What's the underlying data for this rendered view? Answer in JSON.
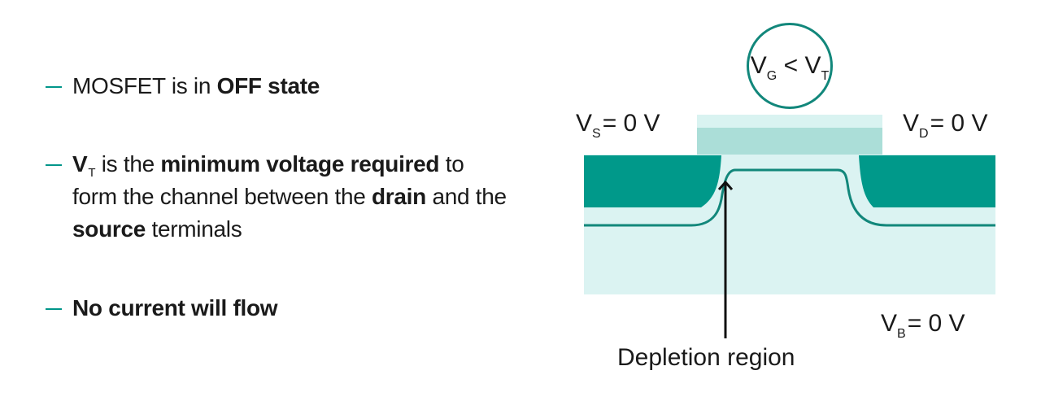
{
  "bullets": [
    {
      "parts": [
        {
          "text": "MOSFET is in ",
          "bold": false
        },
        {
          "text": "OFF state",
          "bold": true
        }
      ]
    },
    {
      "parts": [
        {
          "text": "V",
          "bold": true
        },
        {
          "text": "T",
          "sub": true
        },
        {
          "text": " is the ",
          "bold": false
        },
        {
          "text": "minimum voltage required",
          "bold": true
        },
        {
          "text": " to form the channel between the ",
          "bold": false
        },
        {
          "text": "drain",
          "bold": true
        },
        {
          "text": " and the ",
          "bold": false
        },
        {
          "text": "source",
          "bold": true
        },
        {
          "text": " terminals",
          "bold": false
        }
      ]
    },
    {
      "parts": [
        {
          "text": "No current will flow",
          "bold": true
        }
      ]
    }
  ],
  "bullet_text": {
    "b1_a": "MOSFET is in ",
    "b1_b": "OFF state",
    "b2_v": "V",
    "b2_sub": "T",
    "b2_a": " is the ",
    "b2_b": "minimum voltage required",
    "b2_c": " to form the channel between the ",
    "b2_d": "drain",
    "b2_e": " and the ",
    "b2_f": "source",
    "b2_g": " terminals",
    "b3": "No current will flow"
  },
  "diagram": {
    "gate_condition": {
      "v": "V",
      "sub_g": "G",
      "op": " < ",
      "v2": "V",
      "sub_t": "T"
    },
    "source_label": {
      "v": "V",
      "sub": "S",
      "value": "= 0 V"
    },
    "drain_label": {
      "v": "V",
      "sub": "D",
      "value": "= 0 V"
    },
    "body_label": {
      "v": "V",
      "sub": "B",
      "value": "= 0 V"
    },
    "annotation": "Depletion region"
  },
  "colors": {
    "accent_teal": "#00998a",
    "gate_oxide_light": "#d9f3f1",
    "gate_dark": "#abded8",
    "substrate": "#dbf3f2",
    "line_teal": "#12877b",
    "text": "#1a1a1a"
  }
}
